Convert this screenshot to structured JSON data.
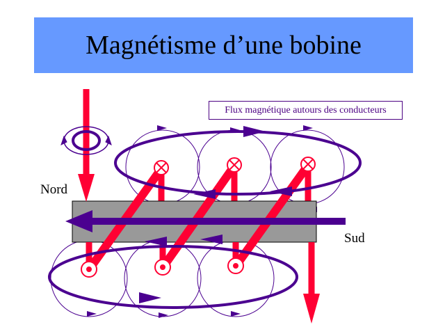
{
  "title": "Magnétisme d’une bobine",
  "labels": {
    "north": "Nord",
    "south": "Sud",
    "flux_caption": "Flux magnétique autours des conducteurs"
  },
  "colors": {
    "banner": "#6699ff",
    "current": "#ff0033",
    "flux": "#4b0090",
    "core": "#999999"
  }
}
